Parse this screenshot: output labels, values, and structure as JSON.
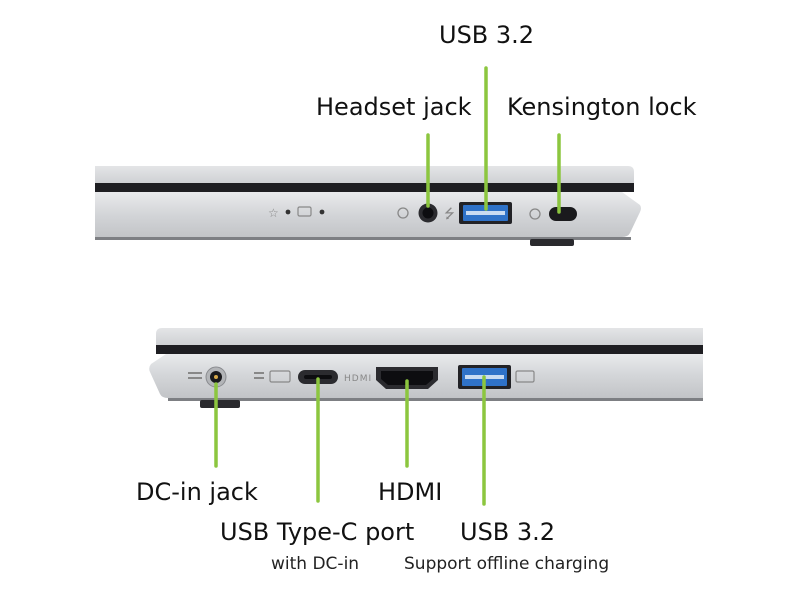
{
  "top_view": {
    "labels": {
      "usb32": "USB 3.2",
      "headset": "Headset jack",
      "kensington": "Kensington lock"
    }
  },
  "bottom_view": {
    "labels": {
      "dcin": "DC-in jack",
      "typec": "USB Type-C port",
      "typec_sub": "with DC-in",
      "hdmi": "HDMI",
      "usb32": "USB 3.2",
      "usb32_sub": "Support offline charging"
    },
    "port_markings": {
      "hdmi": "HDMI"
    }
  },
  "colors": {
    "pointer": "#8cc63f",
    "usb_blue": "#2f72c8",
    "chassis": "#d7d9dc",
    "dark_edge": "#1e1e22"
  }
}
